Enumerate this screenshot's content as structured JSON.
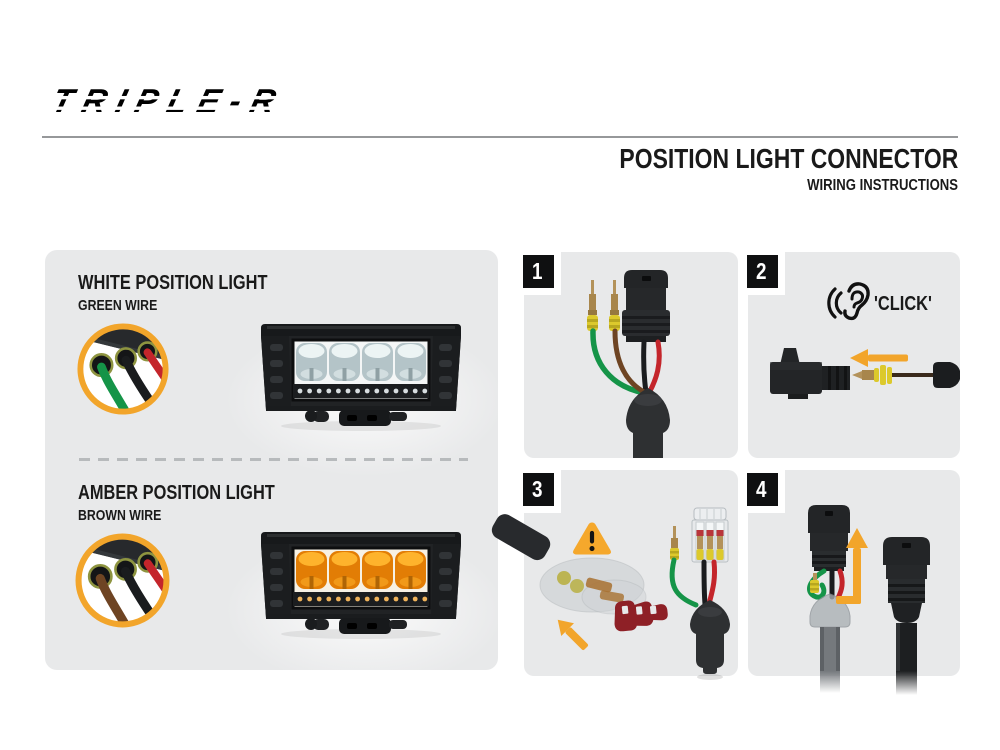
{
  "brand": {
    "logo": "TRIPLE-R"
  },
  "header": {
    "title": "POSITION LIGHT CONNECTOR",
    "subtitle": "WIRING INSTRUCTIONS"
  },
  "left_panel": {
    "sections": [
      {
        "title": "WHITE POSITION LIGHT",
        "wire_label": "GREEN WIRE",
        "callout_icon": "magnifier-circle-green-wire",
        "illustration": "white-position-light-bar"
      },
      {
        "title": "AMBER POSITION LIGHT",
        "wire_label": "BROWN WIRE",
        "callout_icon": "magnifier-circle-brown-wire",
        "illustration": "amber-position-light-bar"
      }
    ]
  },
  "steps": [
    {
      "number": "1",
      "illustration": "loose-terminals-and-connector"
    },
    {
      "number": "2",
      "sound_label": "'CLICK'",
      "icons": [
        "ear-icon",
        "arrow-left-icon"
      ],
      "illustration": "terminal-inserted-into-connector"
    },
    {
      "number": "3",
      "icons": [
        "warning-icon",
        "arrow-up-left-icon",
        "retainer-clip"
      ],
      "illustration": "seal-and-retainer-clip"
    },
    {
      "number": "4",
      "icons": [
        "arrow-up-icon"
      ],
      "illustration": "connectors-ready-to-join"
    }
  ],
  "colors": {
    "accent_orange": "#F2A52B",
    "panel_background": "#E8E9EA",
    "wire_green": "#159448",
    "wire_brown": "#6E4423",
    "wire_red": "#C4252B",
    "wire_black": "#1A1C1E",
    "seal_yellow": "#DCC92C",
    "pin_gold": "#B3925A",
    "warning_orange": "#F5A82C",
    "clip_dark_red": "#8E2026"
  }
}
